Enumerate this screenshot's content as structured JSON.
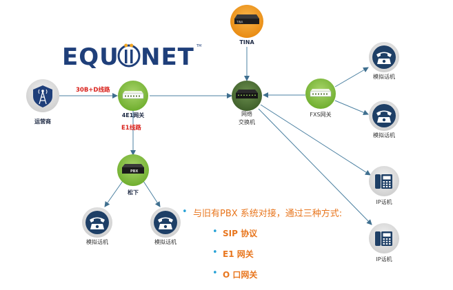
{
  "logo": {
    "text": "EQUIINET",
    "tm": "TM"
  },
  "nodes": {
    "carrier": {
      "label": "运营商"
    },
    "gateway_4e1": {
      "label": "4E1网关"
    },
    "tina": {
      "label": "TINA",
      "device_text": "TINA"
    },
    "switch": {
      "label_line1": "网络",
      "label_line2": "交换机"
    },
    "fxs": {
      "label": "FXS网关"
    },
    "pbx": {
      "label": "松下",
      "device_text": "PBX"
    },
    "analog_r1": {
      "label": "模拟话机"
    },
    "analog_r2": {
      "label": "模拟话机"
    },
    "ip_r1": {
      "label": "IP话机"
    },
    "ip_r2": {
      "label": "IP话机"
    },
    "analog_b1": {
      "label": "模拟话机"
    },
    "analog_b2": {
      "label": "模拟话机"
    }
  },
  "links": {
    "carrier_gateway": "30B+D线路",
    "gateway_pbx": "E1线路"
  },
  "notes": {
    "heading": "与旧有PBX 系统对接，通过三种方式:",
    "items": [
      "SIP 协议",
      "E1 网关",
      "O 口网关"
    ]
  },
  "colors": {
    "link_red": "#d9221c",
    "note_orange": "#e8761e",
    "bullet_blue": "#29a3d6",
    "logo_navy": "#1f3f7a",
    "phone_navy": "#1e3f66",
    "line": "#4a7fa0"
  }
}
